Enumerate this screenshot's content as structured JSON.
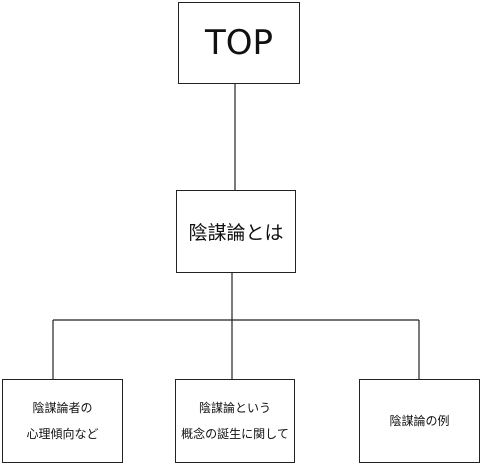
{
  "diagram": {
    "root": {
      "label": "TOP"
    },
    "middle": {
      "label": "陰謀論とは"
    },
    "leaves": [
      {
        "lines": [
          "陰謀論者の",
          "心理傾向など"
        ]
      },
      {
        "lines": [
          "陰謀論という",
          "概念の誕生に関して"
        ]
      },
      {
        "lines": [
          "陰謀論の例"
        ]
      }
    ]
  }
}
